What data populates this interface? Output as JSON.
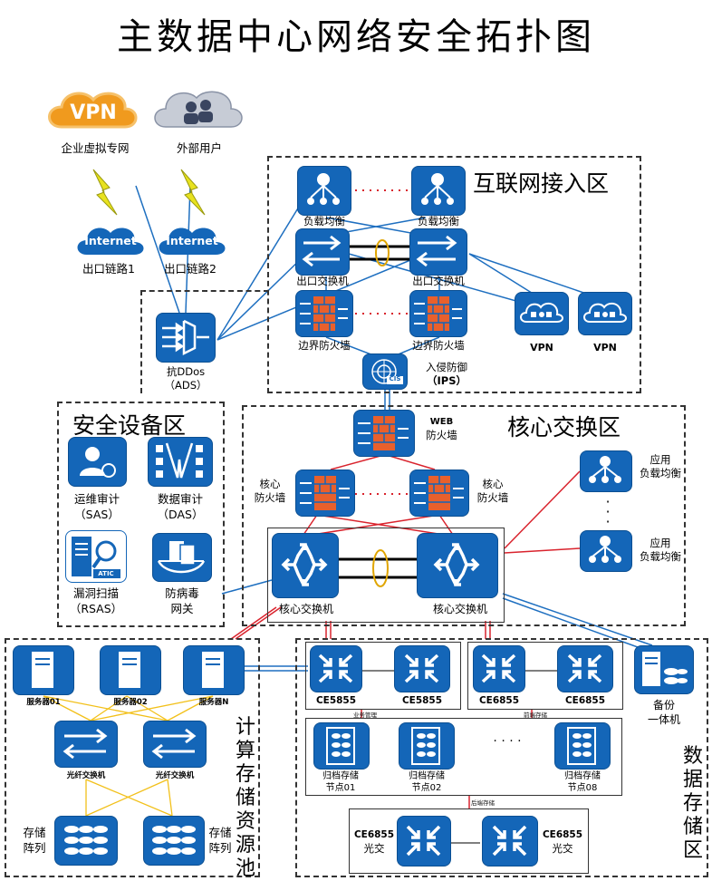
{
  "title": "主数据中心网络安全拓扑图",
  "zones": {
    "internet_access": "互联网接入区",
    "security": "安全设备区",
    "core": "核心交换区",
    "compute_v": [
      "计",
      "算",
      "存",
      "储",
      "资",
      "源",
      "池"
    ],
    "data_v": [
      "数",
      "据",
      "存",
      "储",
      "区"
    ]
  },
  "external": {
    "vpn_cloud_text": "VPN",
    "vpn_label": "企业虚拟专网",
    "users_label": "外部用户",
    "internet1_text": "Internet",
    "internet1_label": "出口链路1",
    "internet2_text": "Internet",
    "internet2_label": "出口链路2"
  },
  "internet_zone": {
    "lb1": "负载均衡",
    "lb2": "负载均衡",
    "sw1": "出口交换机",
    "sw2": "出口交换机",
    "fw1": "边界防火墙",
    "fw2": "边界防火墙",
    "vpn1": "VPN",
    "vpn2": "VPN",
    "ads_l1": "抗DDos",
    "ads_l2": "（ADS）",
    "ips_l1": "入侵防御",
    "ips_l2": "（IPS）",
    "ips_badge": "CIS"
  },
  "security_zone": {
    "sas_l1": "运维审计",
    "sas_l2": "（SAS）",
    "das_l1": "数据审计",
    "das_l2": "（DAS）",
    "rsas_l1": "漏洞扫描",
    "rsas_l2": "（RSAS）",
    "av_l1": "防病毒",
    "av_l2": "网关",
    "atic": "ATIC"
  },
  "core_zone": {
    "web_l1": "WEB",
    "web_l2": "防火墙",
    "corefw1_l1": "核心",
    "corefw1_l2": "防火墙",
    "corefw2_l1": "核心",
    "corefw2_l2": "防火墙",
    "core1": "核心交换机",
    "core2": "核心交换机",
    "applb1_l1": "应用",
    "applb1_l2": "负载均衡",
    "applb2_l1": "应用",
    "applb2_l2": "负载均衡",
    "dots": "·"
  },
  "compute": {
    "server1": "服务器01",
    "server2": "服务器02",
    "servern": "服务器N",
    "fsw1": "光纤交换机",
    "fsw2": "光纤交换机",
    "storage1_l1": "存储",
    "storage1_l2": "阵列",
    "storage2_l1": "存储",
    "storage2_l2": "阵列"
  },
  "data_zone": {
    "ce5855_a": "CE5855",
    "ce5855_b": "CE5855",
    "ce6855_a": "CE6855",
    "ce6855_b": "CE6855",
    "biz_mgmt": "业务管理",
    "front_storage": "前端存储",
    "back_storage": "后端存储",
    "node1_l1": "归档存储",
    "node1_l2": "节点01",
    "node2_l1": "归档存储",
    "node2_l2": "节点02",
    "node8_l1": "归档存储",
    "node8_l2": "节点08",
    "dots": "· · · ·",
    "ce_opt1_l1": "CE6855",
    "ce_opt1_l2": "光交",
    "ce_opt2_l1": "CE6855",
    "ce_opt2_l2": "光交",
    "backup_l1": "备份",
    "backup_l2": "一体机"
  }
}
